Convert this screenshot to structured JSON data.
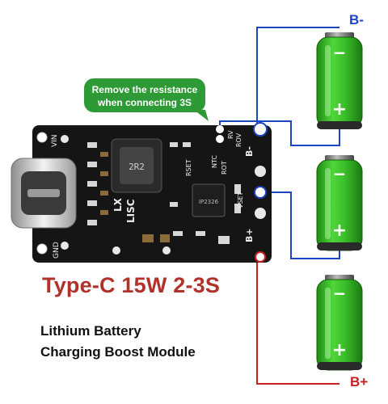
{
  "callout": {
    "line1": "Remove the resistance",
    "line2": "when connecting 3S",
    "color": "#2e9a35"
  },
  "terminals": {
    "b_minus": "B-",
    "b_plus": "B+"
  },
  "battery": {
    "minus_symbol": "−",
    "plus_symbol": "+",
    "body_color": "#3fbf2a"
  },
  "board": {
    "labels": {
      "vin": "VIN",
      "gnd": "GND",
      "lx": "LX",
      "lisc": "LISC",
      "inductor": "2R2",
      "ic": "IP2326",
      "rv": "RV",
      "rov": "ROV",
      "b_minus_pad": "B-",
      "b_plus_pad": "B+",
      "ntc": "NTC",
      "rot": "ROT",
      "vset": "VSET",
      "rset": "RSET"
    },
    "color": "#151515"
  },
  "wires": {
    "negative_color": "#1d44c2",
    "positive_color": "#c81f1f"
  },
  "caption": {
    "title": "Type-C 15W 2-3S",
    "line1": "Lithium Battery",
    "line2": "Charging Boost Module"
  }
}
